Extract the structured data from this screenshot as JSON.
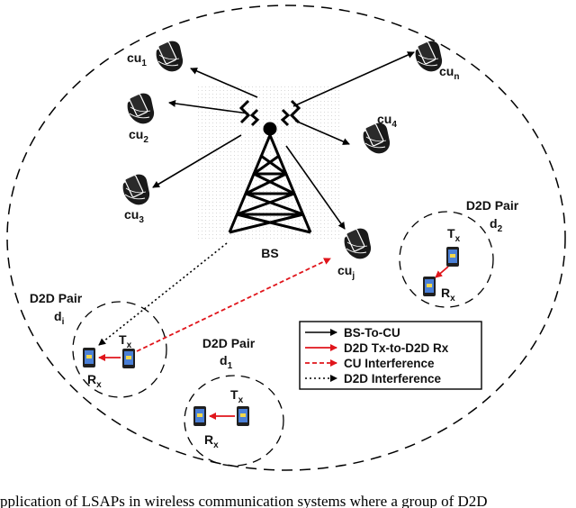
{
  "bs_label": "BS",
  "cellular_users": [
    {
      "label": "cu",
      "sub": "1"
    },
    {
      "label": "cu",
      "sub": "2"
    },
    {
      "label": "cu",
      "sub": "3"
    },
    {
      "label": "cu",
      "sub": "4"
    },
    {
      "label": "cu",
      "sub": "n"
    },
    {
      "label": "cu",
      "sub": "j"
    }
  ],
  "d2d_pairs": [
    {
      "title": "D2D Pair",
      "name": "d",
      "sub": "2",
      "tx": "T",
      "tx_sub": "x",
      "rx": "R",
      "rx_sub": "x"
    },
    {
      "title": "D2D Pair",
      "name": "d",
      "sub": "i",
      "tx": "T",
      "tx_sub": "x",
      "rx": "R",
      "rx_sub": "x"
    },
    {
      "title": "D2D Pair",
      "name": "d",
      "sub": "1",
      "tx": "T",
      "tx_sub": "x",
      "rx": "R",
      "rx_sub": "x"
    }
  ],
  "legend": [
    {
      "label": "BS-To-CU",
      "color": "#000000",
      "style": "solid"
    },
    {
      "label": "D2D Tx-to-D2D Rx",
      "color": "#e0151b",
      "style": "solid"
    },
    {
      "label": "CU Interference",
      "color": "#e0151b",
      "style": "dashed"
    },
    {
      "label": "D2D Interference",
      "color": "#000000",
      "style": "dotted"
    }
  ],
  "caption": "pplication of LSAPs in wireless communication systems where a group of D2D",
  "colors": {
    "interference_red": "#e0151b",
    "phone_screen": "#4a7fd6",
    "line": "#000000"
  }
}
